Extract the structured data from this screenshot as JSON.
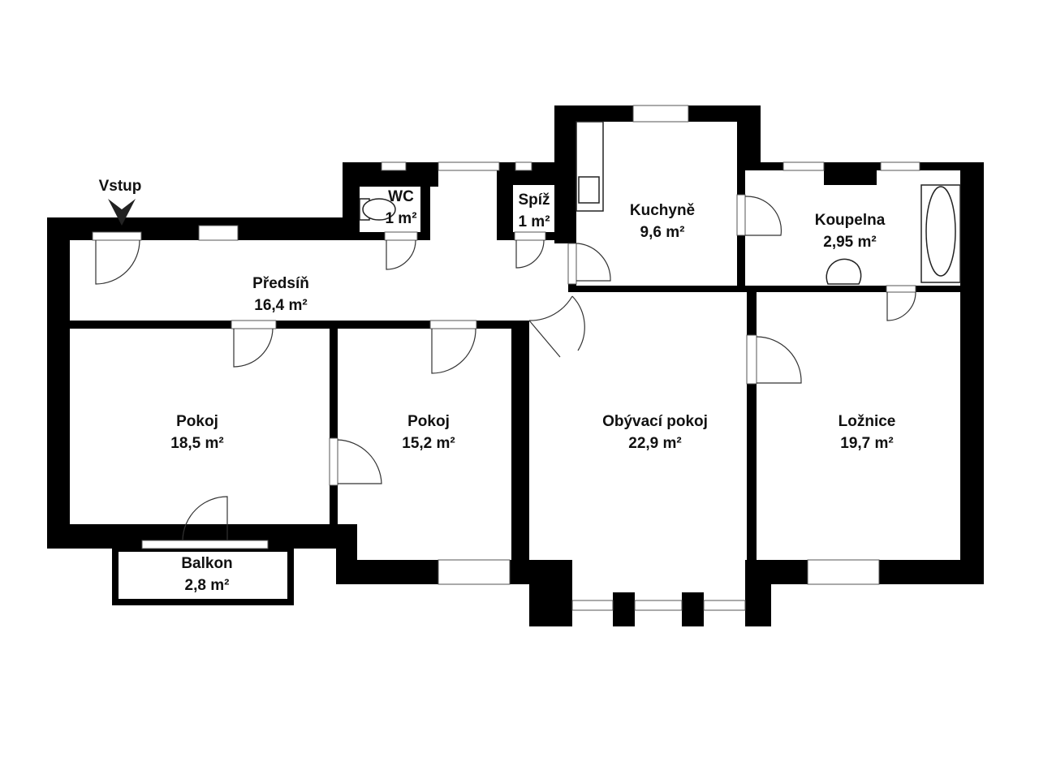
{
  "plan": {
    "entrance_label": "Vstup",
    "rooms": [
      {
        "id": "wc",
        "name": "WC",
        "area": "1 m²"
      },
      {
        "id": "spiz",
        "name": "Spíž",
        "area": "1 m²"
      },
      {
        "id": "kuchyne",
        "name": "Kuchyně",
        "area": "9,6 m²"
      },
      {
        "id": "koupelna",
        "name": "Koupelna",
        "area": "2,95 m²"
      },
      {
        "id": "predsin",
        "name": "Předsíň",
        "area": "16,4 m²"
      },
      {
        "id": "pokoj1",
        "name": "Pokoj",
        "area": "18,5 m²"
      },
      {
        "id": "pokoj2",
        "name": "Pokoj",
        "area": "15,2 m²"
      },
      {
        "id": "obyvaci",
        "name": "Obývací pokoj",
        "area": "22,9 m²"
      },
      {
        "id": "loznice",
        "name": "Ložnice",
        "area": "19,7 m²"
      },
      {
        "id": "balkon",
        "name": "Balkon",
        "area": "2,8 m²"
      }
    ],
    "colors": {
      "wall": "#000000",
      "background": "#ffffff"
    }
  }
}
